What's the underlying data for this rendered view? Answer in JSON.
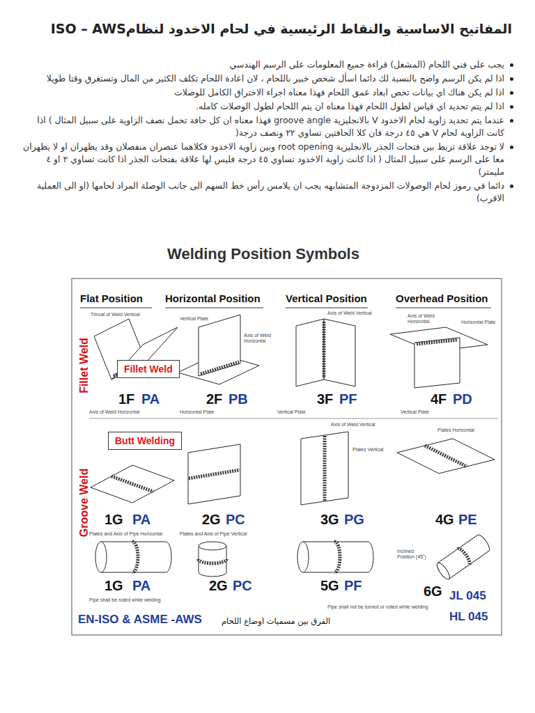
{
  "diagram": {
    "title": "المفاتيح الاساسية والنقاط الرئيسية في لحام الاخدود لنظامISO – AWS",
    "nodes": [
      {
        "text": [
          "Fillet Weld"
        ]
      },
      {
        "text": [
          "Butt Welding"
        ]
      }
    ],
    "labels": [
      "يجب على فني اللحام (المشغل) قراءة جميع المعلومات على الرسم الهندسي",
      "اذا لم يكن الرسم واضح بالنسبة لك دائما اسأل شخص خبير باللحام ، لان اعادة اللحام تكلف الكثير من المال وتستغرق وقتا طويلا",
      "اذا لم يكن هناك اي بيانات تخص ابعاد عمق اللحام فهذا معناه اجراء الاختراق الكامل للوصلات",
      "اذا لم يتم تحديد اي قياس لطول اللحام فهذا معناه ان يتم اللحام لطول الوصلات كامله.",
      "عندما يتم تحديد زاوية لحام الاخدود V بالانجليزية groove angle فهذا معناه ان كل حافة تحمل نصف الزاوية على سبيل المثال ) اذا كانت الزاوية لحام V هي ٤٥ درجة فان كلا الحافتين تساوي ٢٢ ونصف درجة(",
      "لا توجد علاقة تربط بين فتحات الجذر بالانجليزية root opening وبين زاوية الاخدود فكلاهما عنصران منفصلان وقد يظهران او لا يظهران معا على الرسم على سبيل المثال ( اذا كانت زاوية الاخدود تساوي ٤٥ درجة فليس لها علاقة بفتحات الجذر اذا كانت تساوي ٢ او ٤ مليمتر)",
      "دائما في رموز لحام الوصولات المزدوجة المتشابهه يجب ان يلامس رأس خط السهم الى جانب الوصلة المراد لحامها (او الى العملية الاقرب)",
      "Welding Position Symbols",
      "Flat Position",
      "Horizontal Position",
      "Vertical Position",
      "Overhead Position",
      "Fillet Weld",
      "Groove Weld",
      "Throat of Weld Vertical",
      "Axis of Weld Horizontal",
      "1F",
      "PA",
      "Vertical Plate",
      "Axis of Weld Horizontal",
      "Horizontal Plate",
      "2F",
      "PB",
      "Axis of Weld Vertical",
      "Vertical Plate",
      "3F",
      "PF",
      "Axis of Weld Horizontal",
      "Horizontal Plate",
      "Vertical Plate",
      "4F",
      "PD",
      "Plates and Axis of Pipe Horizontal",
      "1G",
      "PA",
      "Plates and Axis of Pipe Vertical",
      "2G",
      "PC",
      "Axis of Weld Vertical",
      "Plates Vertical",
      "3G",
      "PG",
      "Plates Horizontal",
      "4G",
      "PE",
      "1G",
      "PA",
      "Pipe shall be rolled while welding",
      "2G",
      "PC",
      "5G",
      "PF",
      "Inclined Position (45˚)",
      "6G",
      "JL 045",
      "HL 045",
      "Pipe shall not be turned or rolled while welding",
      "EN-ISO & ASME -AWS",
      "الفرق بين مسميات اوضاع اللحام"
    ]
  }
}
